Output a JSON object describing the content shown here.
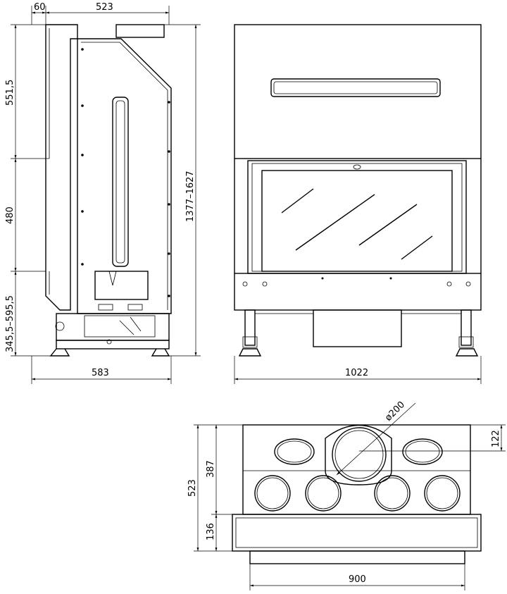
{
  "side_view": {
    "dim_top_left": "60",
    "dim_top_width": "523",
    "dim_upper_height": "551,5",
    "dim_middle_height": "480",
    "dim_lower_height": "345,5–595,5",
    "dim_total_height": "1377–1627",
    "dim_depth": "583"
  },
  "front_view": {
    "dim_width": "1022"
  },
  "top_view": {
    "dim_flue_diameter": "ø200",
    "dim_flue_offset": "122",
    "dim_depth_total": "523",
    "dim_depth_body": "387",
    "dim_depth_base": "136",
    "dim_width": "900"
  }
}
